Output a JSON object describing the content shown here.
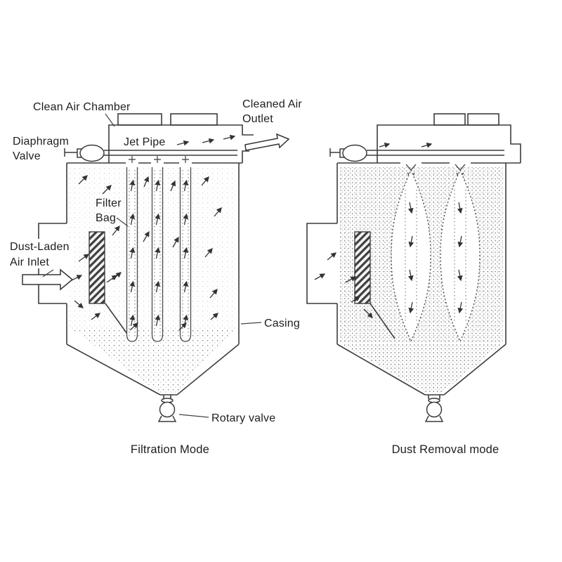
{
  "colors": {
    "line": "#3c3c3c",
    "text": "#1e1e1e",
    "background": "#ffffff"
  },
  "left_diagram": {
    "caption": "Filtration Mode",
    "labels": {
      "clean_air_chamber": "Clean Air Chamber",
      "cleaned_air_outlet": [
        "Cleaned Air",
        "Outlet"
      ],
      "diaphragm_valve": [
        "Diaphragm",
        "Valve"
      ],
      "jet_pipe": "Jet Pipe",
      "filter_bag": [
        "Filter",
        "Bag"
      ],
      "dust_laden_air_inlet": [
        "Dust-Laden",
        "Air Inlet"
      ],
      "casing": "Casing",
      "rotary_valve": "Rotary valve"
    }
  },
  "right_diagram": {
    "caption": "Dust Removal mode"
  }
}
